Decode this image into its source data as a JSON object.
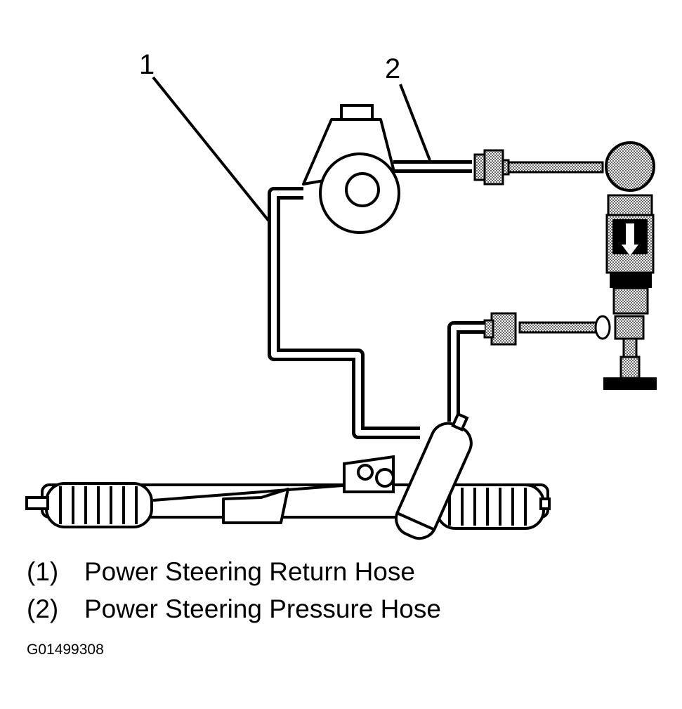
{
  "callouts": {
    "c1": "1",
    "c2": "2"
  },
  "legend": [
    {
      "num": "(1)",
      "label": "Power Steering Return Hose"
    },
    {
      "num": "(2)",
      "label": "Power Steering Pressure Hose"
    }
  ],
  "figure_id": "G01499308",
  "colors": {
    "ink": "#000000",
    "paper": "#ffffff"
  }
}
